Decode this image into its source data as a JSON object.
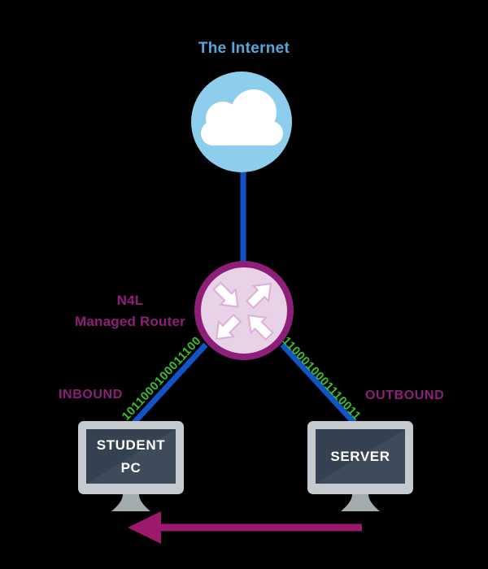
{
  "internet": {
    "label": "The Internet"
  },
  "router": {
    "label_line1": "N4L",
    "label_line2": "Managed Router"
  },
  "streams": {
    "inbound_label": "INBOUND",
    "outbound_label": "OUTBOUND",
    "inbound_bits": "1011000100011100",
    "outbound_bits": "1100010001110011"
  },
  "devices": {
    "student_pc": {
      "line1": "STUDENT",
      "line2": "PC"
    },
    "server": {
      "line1": "SERVER"
    }
  },
  "icons": {
    "internet": "cloud-icon",
    "router": "router-arrows-icon",
    "student_pc": "monitor-icon",
    "server": "monitor-icon",
    "flow_direction": "left-arrow-icon"
  },
  "colors": {
    "line_blue": "#1254C8",
    "internet_fill": "#8DCEEC",
    "internet_text": "#55A8DB",
    "magenta": "#8E1F78",
    "router_fill": "#E8D2E7",
    "arrow_outline": "#DCAFD8",
    "bit_green": "#3CC226",
    "frame_gray": "#C4CACD",
    "screen_dark": "#344150",
    "screen_light": "#3E4B5A",
    "stand_gray": "#A2ACAE",
    "flow_magenta": "#9B1A6C"
  }
}
